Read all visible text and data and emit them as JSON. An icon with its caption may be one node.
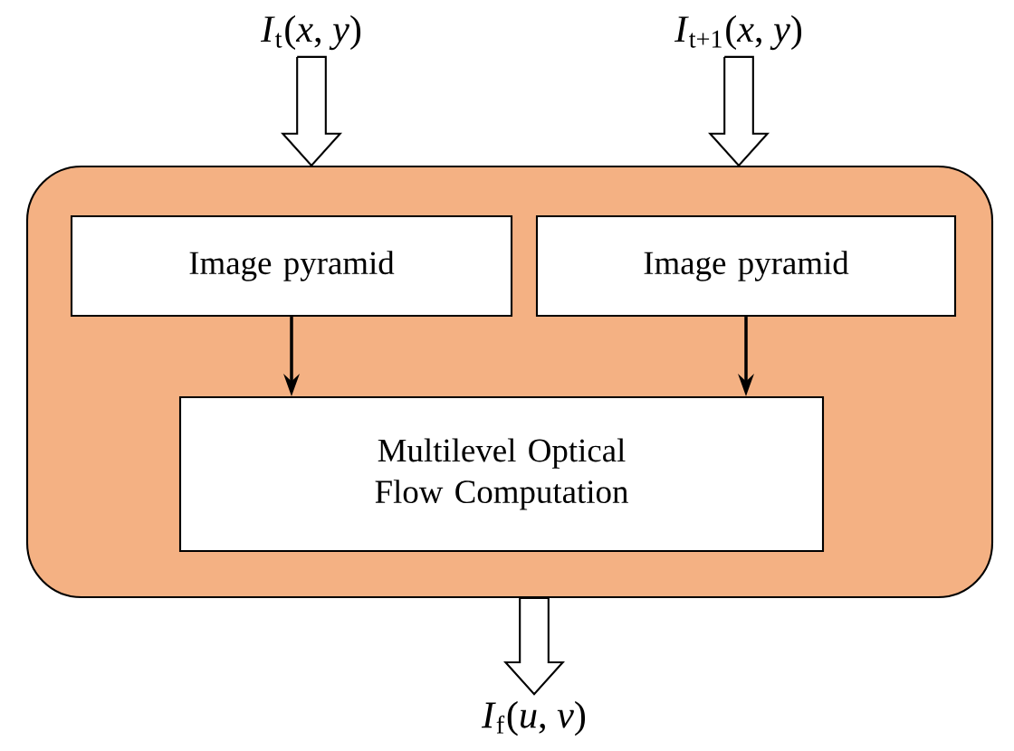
{
  "diagram": {
    "nodes": [
      {
        "text": [],
        "shape": "box"
      },
      {
        "text": [
          "Image pyramid"
        ],
        "in": 0
      },
      {
        "text": [
          "Image pyramid"
        ],
        "in": 0
      },
      {
        "text": [
          "Multilevel Optical Flow Computation"
        ],
        "in": 0
      },
      {
        "text": [
          "*I*$_{t}$(*x*, *y*)"
        ]
      },
      {
        "text": [
          "*I*$_{t+1}$(*x*, *y*)"
        ]
      },
      {
        "text": [
          "*I*$_{f}$(*u*, *v*)"
        ]
      }
    ],
    "edges": [
      {
        "from": 4,
        "to": 0,
        "arrow": "to"
      },
      {
        "from": 5,
        "to": 0,
        "arrow": "to"
      },
      {
        "from": 1,
        "to": 3,
        "arrow": "to"
      },
      {
        "from": 2,
        "to": 3,
        "arrow": "to"
      },
      {
        "from": 0,
        "to": 6,
        "arrow": "to"
      }
    ]
  }
}
